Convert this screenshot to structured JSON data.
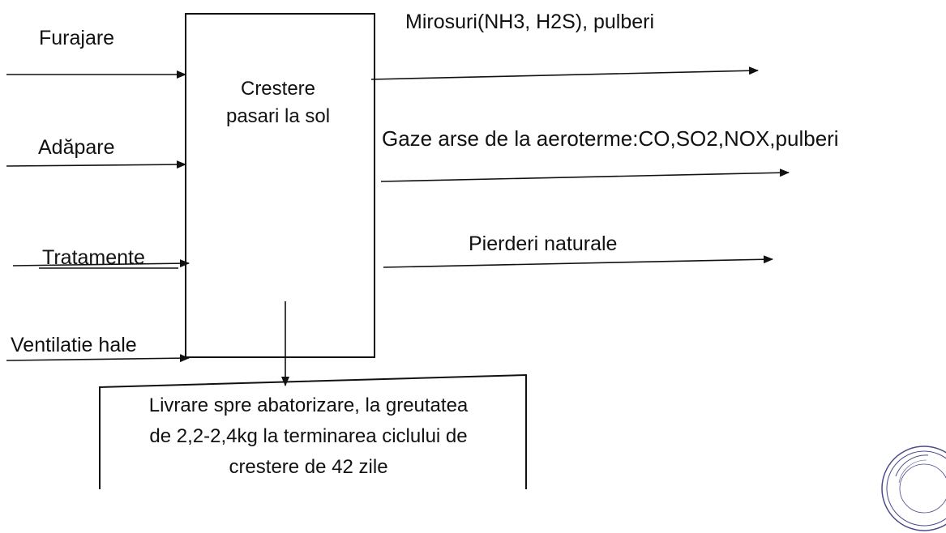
{
  "process_box": {
    "label_line1": "Crestere",
    "label_line2": "pasari la sol"
  },
  "inputs": [
    {
      "label": "Furajare"
    },
    {
      "label": "Adăpare"
    },
    {
      "label": "Tratamente"
    },
    {
      "label": "Ventilatie hale"
    }
  ],
  "outputs": [
    {
      "label": "Mirosuri(NH3,  H2S), pulberi"
    },
    {
      "label": "Gaze arse de la aeroterme:CO,SO2,NOX,pulberi"
    },
    {
      "label": "Pierderi naturale"
    }
  ],
  "delivery_box": {
    "line1": "Livrare spre abatorizare, la greutatea",
    "line2": "de 2,2-2,4kg la terminarea ciclului de",
    "line3": "crestere de 42 zile"
  },
  "colors": {
    "ink": "#111111",
    "stamp": "#4a4a8c"
  }
}
